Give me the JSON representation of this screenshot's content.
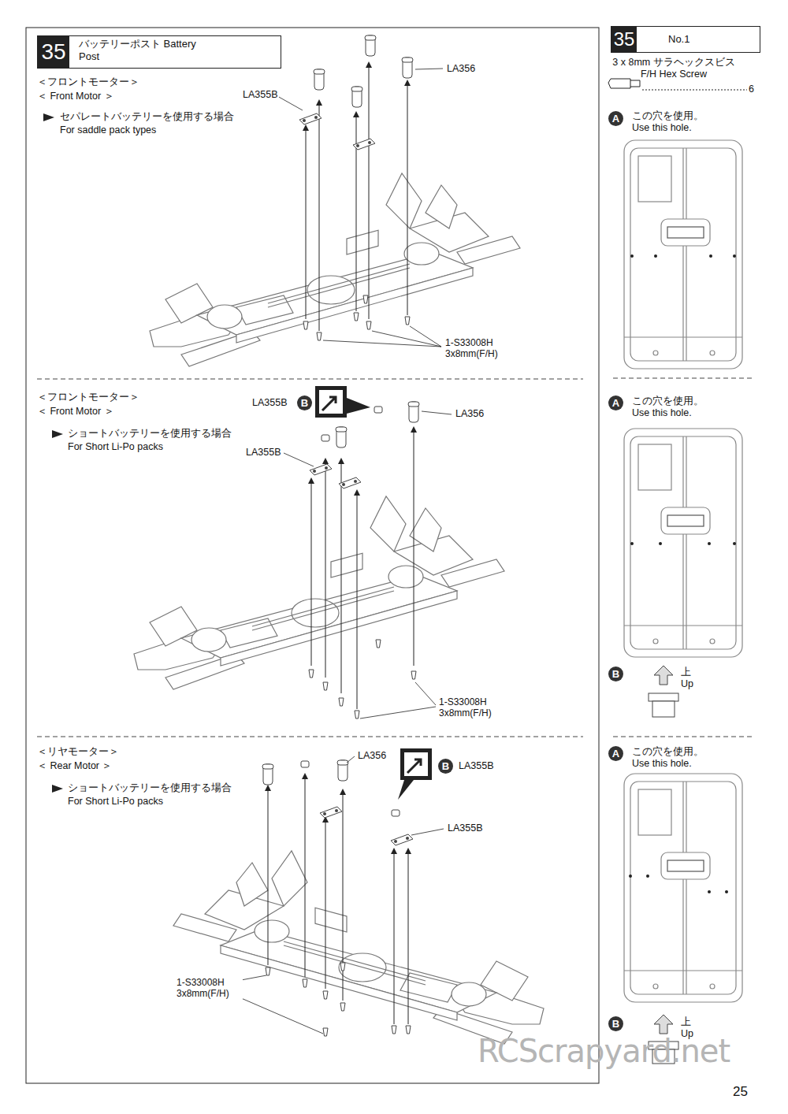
{
  "diagram": {
    "nodes": [
      {
        "text": [
          "35",
          "バッテリーポスト Battery Post"
        ]
      },
      {
        "text": [
          "35",
          "No.1"
        ]
      }
    ],
    "labels": [
      "＜フロントモーター＞",
      "＜ Front Motor ＞",
      "セパレートバッテリーを使用する場合",
      "For saddle pack types",
      "LA356",
      "LA355B",
      "1-S33008H 3x8mm(F/H)",
      "＜フロントモーター＞",
      "＜ Front Motor ＞",
      "ショートバッテリーを使用する場合",
      "For Short Li-Po packs",
      "LA355B",
      "B",
      "LA356",
      "LA355B",
      "1-S33008H 3x8mm(F/H)",
      "＜リヤモーター＞",
      "＜ Rear Motor ＞",
      "ショートバッテリーを使用する場合",
      "For Short Li-Po packs",
      "LA356",
      "B",
      "LA355B",
      "LA355B",
      "1-S33008H 3x8mm(F/H)",
      "3 x 8mm サラヘックスビス F/H Hex Screw",
      "6",
      "A",
      "この穴を使用。 Use this hole.",
      "A",
      "この穴を使用。 Use this hole.",
      "B",
      "上 Up",
      "A",
      "この穴を使用。 Use this hole.",
      "B",
      "上 Up",
      "RCScrapyard.net",
      "25"
    ]
  }
}
